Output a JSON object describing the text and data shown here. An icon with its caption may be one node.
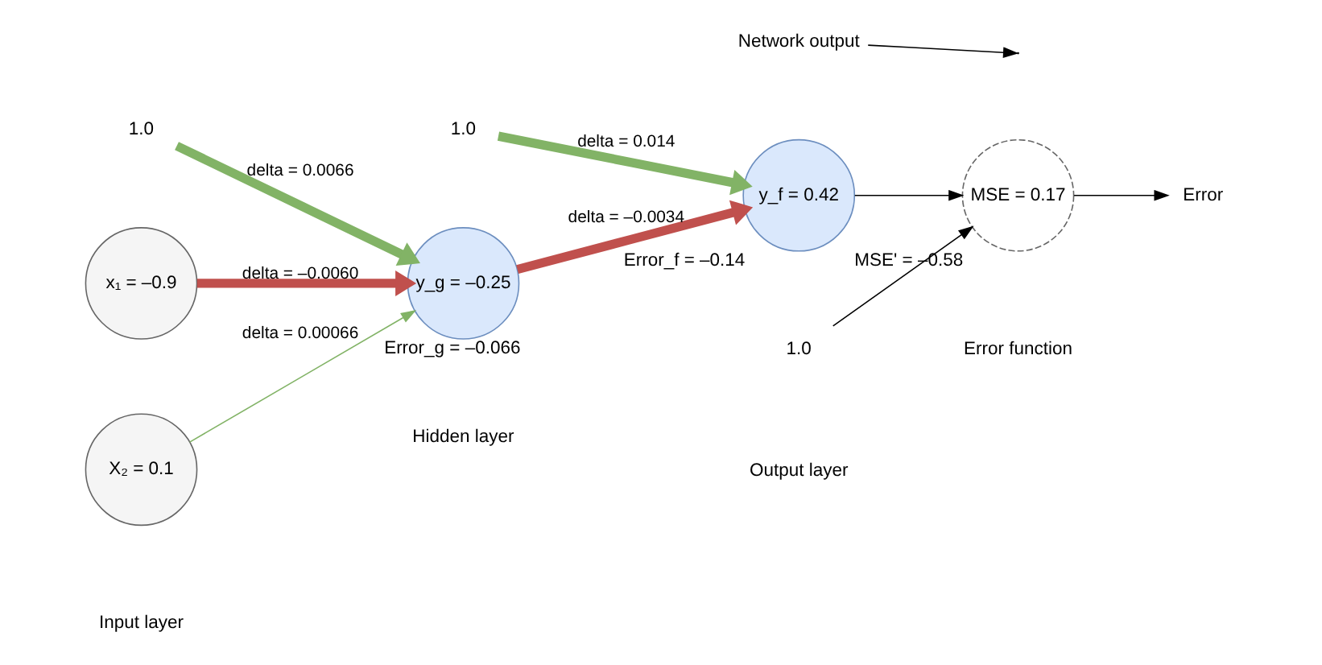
{
  "diagram": {
    "nodes": [
      {
        "text": [
          "x₁ = –0.9"
        ]
      },
      {
        "text": [
          "X₂ = 0.1"
        ]
      },
      {
        "text": [
          "y_g = –0.25"
        ],
        "beside": [
          "Error_g = –0.066"
        ]
      },
      {
        "text": [
          "y_f = 0.42"
        ],
        "beside": [
          "Error_f = –0.14"
        ]
      },
      {
        "text": [
          "MSE = 0.17"
        ],
        "beside": [
          "MSE' = –0.58"
        ]
      },
      {
        "text": [
          "Error"
        ]
      },
      {
        "text": [
          "Network output"
        ]
      },
      {
        "text": [
          "1.0"
        ]
      },
      {
        "text": [
          "1.0"
        ]
      },
      {
        "text": [
          "1.0"
        ]
      }
    ],
    "edges": [
      {
        "from": 0,
        "to": 2,
        "arrow": "to",
        "label": "delta = –0.0060",
        "style": "thick",
        "color": "#c0504d"
      },
      {
        "from": 1,
        "to": 2,
        "arrow": "to",
        "label": "delta = 0.00066",
        "color": "#82b366"
      },
      {
        "from": 2,
        "to": 3,
        "arrow": "to",
        "label": "delta = –0.0034",
        "style": "thick",
        "color": "#c0504d"
      },
      {
        "from": 3,
        "to": 4,
        "arrow": "to"
      },
      {
        "from": 4,
        "to": 5,
        "arrow": "to"
      },
      {
        "from": 6,
        "to": null,
        "arrow": "to"
      },
      {
        "from": 7,
        "to": 4,
        "arrow": "to"
      },
      {
        "from": 8,
        "to": 2,
        "arrow": "to",
        "label": "delta = 0.0066",
        "style": "thick",
        "color": "#82b366"
      },
      {
        "from": 9,
        "to": 3,
        "arrow": "to",
        "label": "delta = 0.014",
        "style": "thick",
        "color": "#82b366"
      }
    ],
    "labels": [
      "Input layer",
      "Hidden layer",
      "Output layer",
      "Error function"
    ]
  }
}
